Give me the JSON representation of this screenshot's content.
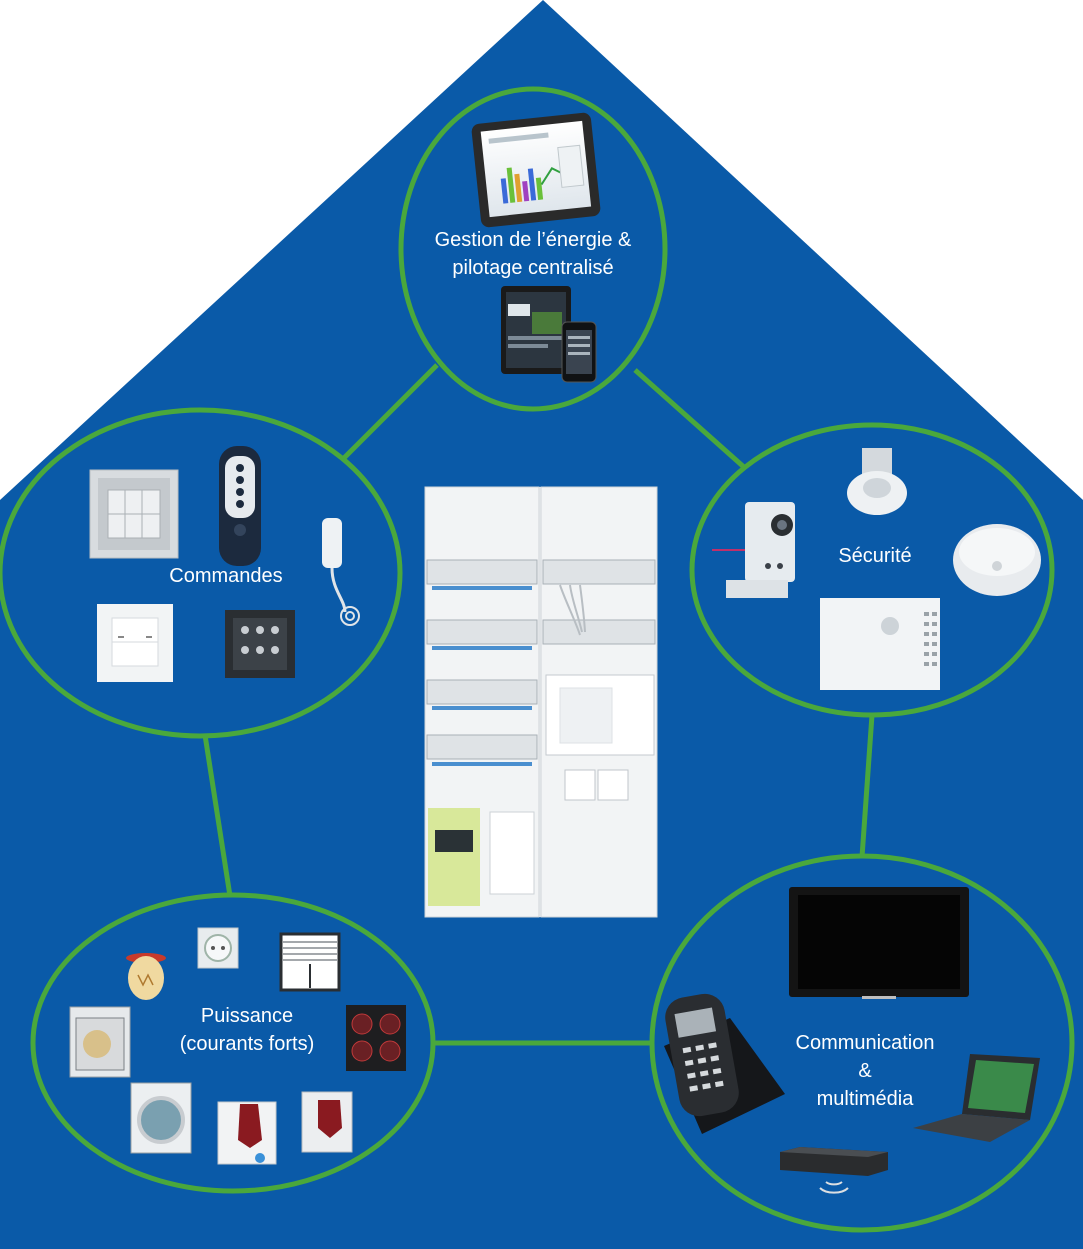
{
  "colors": {
    "house_fill": "#0a5aa8",
    "ring": "#4aa83c",
    "label": "#ffffff",
    "panel": "#e8ecef"
  },
  "nodes": {
    "energie": {
      "label_lines": [
        "Gestion de l’énergie &",
        "pilotage centralisé"
      ],
      "icons": [
        "tablet-dashboard-icon",
        "tablet-and-phone-icon"
      ]
    },
    "commandes": {
      "label_lines": [
        "Commandes"
      ],
      "icons": [
        "wall-switch-icon",
        "remote-control-icon",
        "pendant-switch-icon",
        "push-button-icon",
        "scenario-switch-icon"
      ]
    },
    "securite": {
      "label_lines": [
        "Sécurité"
      ],
      "icons": [
        "ip-camera-icon",
        "motion-detector-icon",
        "smoke-detector-icon",
        "alarm-panel-icon"
      ]
    },
    "puissance": {
      "label_lines": [
        "Puissance",
        "(courants forts)"
      ],
      "icons": [
        "light-bulb-icon",
        "socket-outlet-icon",
        "window-shutter-icon",
        "oven-icon",
        "cooktop-icon",
        "washing-machine-icon",
        "towel-heater-icon",
        "radiator-icon"
      ]
    },
    "communication": {
      "label_lines": [
        "Communication",
        "&",
        "multimédia"
      ],
      "icons": [
        "flat-tv-icon",
        "cordless-phone-icon",
        "laptop-icon",
        "tv-box-icon"
      ]
    }
  },
  "center": {
    "icon": "electrical-panel-icon"
  }
}
